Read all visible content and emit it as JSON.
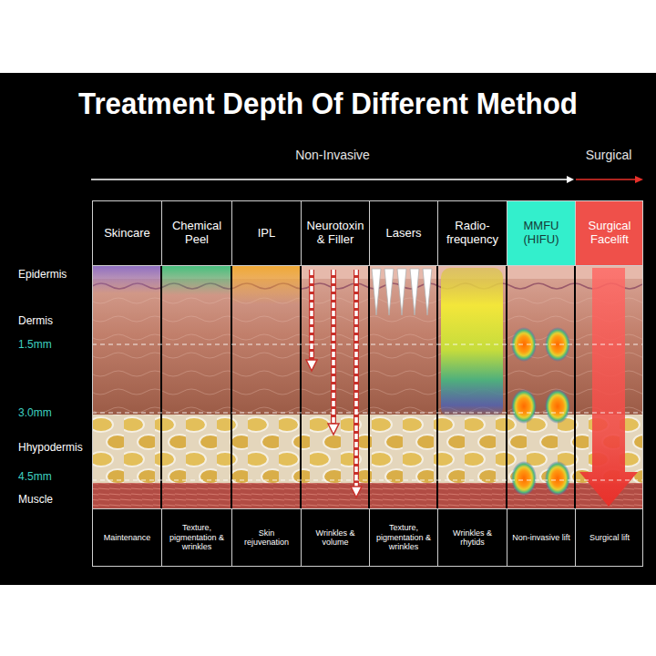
{
  "diagram": {
    "title": "Treatment Depth Of Different Method",
    "labels": [
      "Non-Invasive",
      "Surgical",
      "Skincare",
      "Chemical Peel",
      "IPL",
      "Neurotoxin & Filler",
      "Lasers",
      "Radio-frequency",
      "MMFU (HIFU)",
      "Surgical Facelift",
      "Epidermis",
      "Dermis",
      "1.5mm",
      "3.0mm",
      "Hhypodermis",
      "4.5mm",
      "Muscle",
      "Maintenance",
      "Texture, pigmentation & wrinkles",
      "Skin rejuvenation",
      "Wrinkles & volume",
      "Texture, pigmentation & wrinkles",
      "Wrinkles & rhytids",
      "Non-invasive lift",
      "Surgical lift"
    ]
  }
}
